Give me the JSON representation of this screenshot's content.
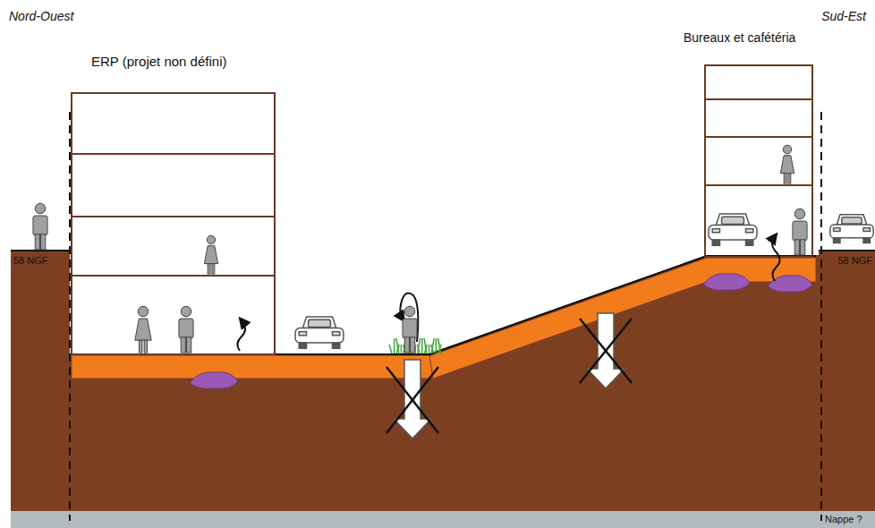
{
  "diagram": {
    "labels": [
      "Nord-Ouest",
      "Sud-Est",
      "ERP (projet non défini)",
      "Bureaux et cafétéria",
      "58 NGF",
      "58 NGF",
      "Nappe ?"
    ]
  }
}
